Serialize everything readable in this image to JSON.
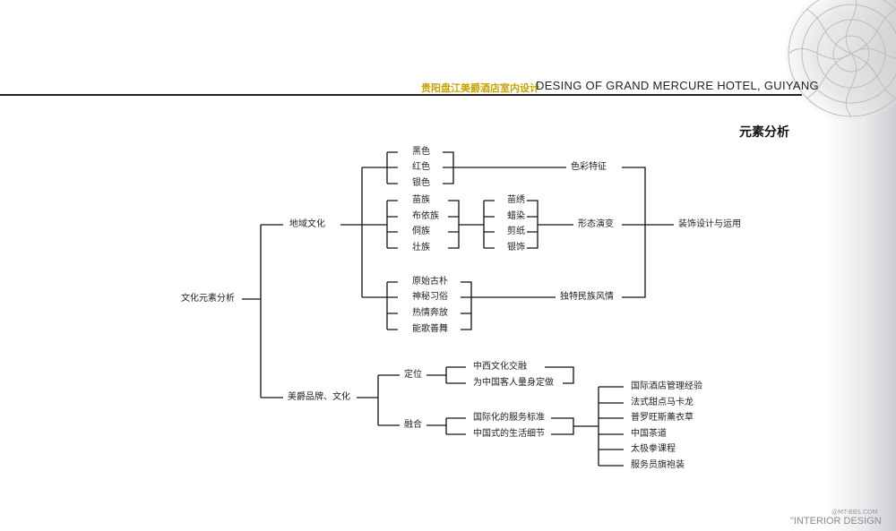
{
  "header": {
    "title_cn": "贵阳盘江美爵酒店室内设计",
    "title_en": "DESING OF GRAND MERCURE HOTEL, GUIYANG"
  },
  "section_title": "元素分析",
  "tree": {
    "root": "文化元素分析",
    "branch1": {
      "label": "地域文化",
      "colors": [
        "黑色",
        "红色",
        "银色"
      ],
      "colors_result": "色彩特征",
      "ethnic": [
        "苗族",
        "布依族",
        "侗族",
        "壮族"
      ],
      "crafts": [
        "苗绣",
        "蜡染",
        "剪纸",
        "银饰"
      ],
      "crafts_result": "形态演变",
      "traits": [
        "原始古朴",
        "神秘习俗",
        "热情奔放",
        "能歌善舞"
      ],
      "traits_result": "独特民族风情",
      "final": "装饰设计与运用"
    },
    "branch2": {
      "label": "美爵品牌、文化",
      "position": {
        "label": "定位",
        "items": [
          "中西文化交融",
          "为中国客人量身定做"
        ]
      },
      "fusion": {
        "label": "融合",
        "items": [
          "国际化的服务标准",
          "中国式的生活细节"
        ]
      },
      "services": [
        "国际酒店管理经验",
        "法式甜点马卡龙",
        "普罗旺斯薰衣草",
        "中国茶道",
        "太极拳课程",
        "服务员旗袍装"
      ]
    }
  },
  "watermark": {
    "site": "@MT-BBS.COM",
    "text": "\"INTERIOR DESIGN"
  }
}
